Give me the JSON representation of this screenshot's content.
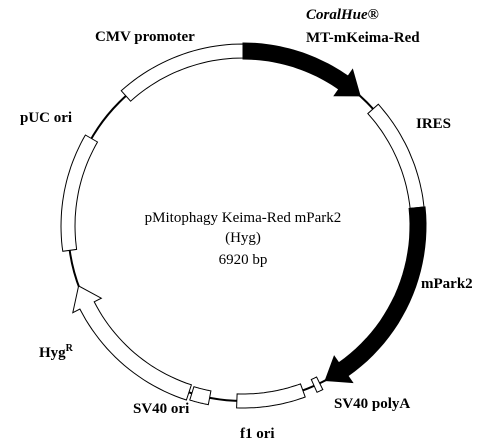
{
  "plasmid": {
    "name": "pMitophagy  Keima-Red  mPark2",
    "selection": "(Hyg)",
    "size": "6920 bp"
  },
  "features": [
    {
      "id": "cmv-promoter",
      "label": "CMV promoter",
      "style": "open",
      "shape": "box"
    },
    {
      "id": "mt-mkeima-red",
      "label_line1": "CoralHue®",
      "label_line2": "MT-mKeima-Red",
      "style": "solid",
      "shape": "arrow"
    },
    {
      "id": "ires",
      "label": "IRES",
      "style": "open",
      "shape": "box"
    },
    {
      "id": "mpark2",
      "label": "mPark2",
      "style": "solid",
      "shape": "arrow"
    },
    {
      "id": "sv40-polya",
      "label": "SV40 polyA",
      "style": "open",
      "shape": "box"
    },
    {
      "id": "f1-ori",
      "label": "f1 ori",
      "style": "open",
      "shape": "box"
    },
    {
      "id": "sv40-ori",
      "label": "SV40 ori",
      "style": "open",
      "shape": "box"
    },
    {
      "id": "hyg-r",
      "label": "Hyg",
      "superscript": "R",
      "style": "open",
      "shape": "arrow"
    },
    {
      "id": "puc-ori",
      "label": "pUC ori",
      "style": "open",
      "shape": "box"
    }
  ],
  "colors": {
    "backbone": "#000000",
    "solid_feature": "#000000",
    "open_feature": "#ffffff"
  }
}
